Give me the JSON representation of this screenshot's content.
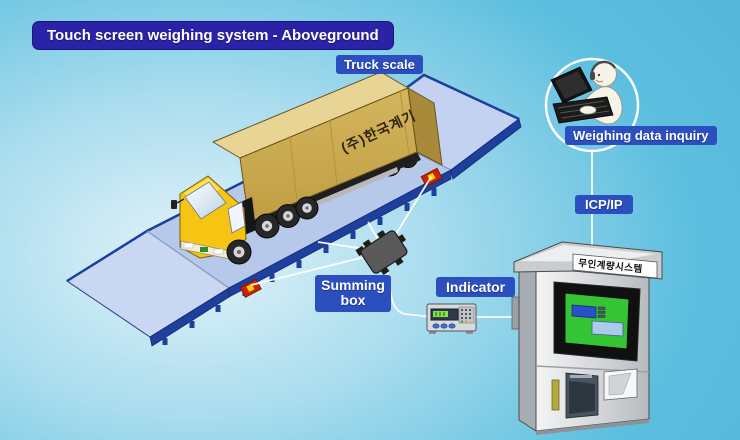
{
  "title": "Touch screen weighing system - Aboveground",
  "labels": {
    "truck_scale": "Truck scale",
    "weighing_data_inquiry": "Weighing data inquiry",
    "icp_ip": "ICP/IP",
    "summing_box": "Summing box",
    "indicator": "Indicator"
  },
  "truck": {
    "container_text": "(주)한국계기"
  },
  "kiosk": {
    "sign_text": "무인계량시스템"
  },
  "colors": {
    "background_edge": "#55b8db",
    "background_center": "#e3f3f9",
    "title_bg": "#2a23a8",
    "label_bg": "#2c4fc0",
    "label_text": "#ffffff",
    "platform": "#b7c9ea",
    "ramp": "#c9d7f2",
    "platform_edge": "#1d3f9d",
    "truck_cab": "#f6c513",
    "container_side": "#c9a94e",
    "container_top": "#e8d494",
    "load_cell": "#cc2200",
    "summing_box": "#595959",
    "kiosk_body": "#d4d7da",
    "kiosk_screen_green": "#35c435",
    "kiosk_screen_bar": "#2a50c8",
    "connection_line": "#ffffff"
  }
}
